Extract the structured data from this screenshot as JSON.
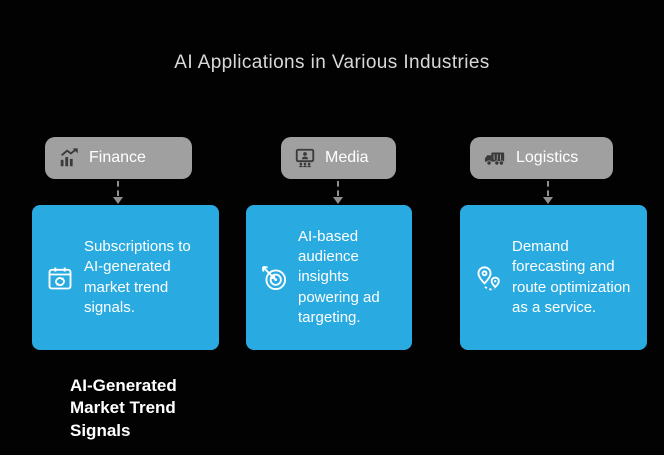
{
  "title": {
    "text": "AI Applications in Various Industries"
  },
  "colors": {
    "background": "#020202",
    "header_box": "#a0a0a0",
    "card_box": "#29abe2",
    "card_text": "#ffffff",
    "header_text": "#ffffff",
    "title_text": "#d8d8d8",
    "connector": "#8f8f8f",
    "header_icon": "#3a3a3a"
  },
  "columns": [
    {
      "header": {
        "label": "Finance",
        "icon": "chart-growth-icon"
      },
      "card": {
        "text": "Subscriptions to AI-generated market trend signals.",
        "icon": "calendar-sync-icon"
      }
    },
    {
      "header": {
        "label": "Media",
        "icon": "presenter-screen-icon"
      },
      "card": {
        "text": "AI-based audience insights powering ad targeting.",
        "icon": "target-arrow-icon"
      }
    },
    {
      "header": {
        "label": "Logistics",
        "icon": "truck-icon"
      },
      "card": {
        "text": "Demand forecasting and route optimization as a service.",
        "icon": "map-pin-route-icon"
      }
    }
  ],
  "bottom_label": {
    "text": "AI-Generated Market Trend Signals"
  }
}
